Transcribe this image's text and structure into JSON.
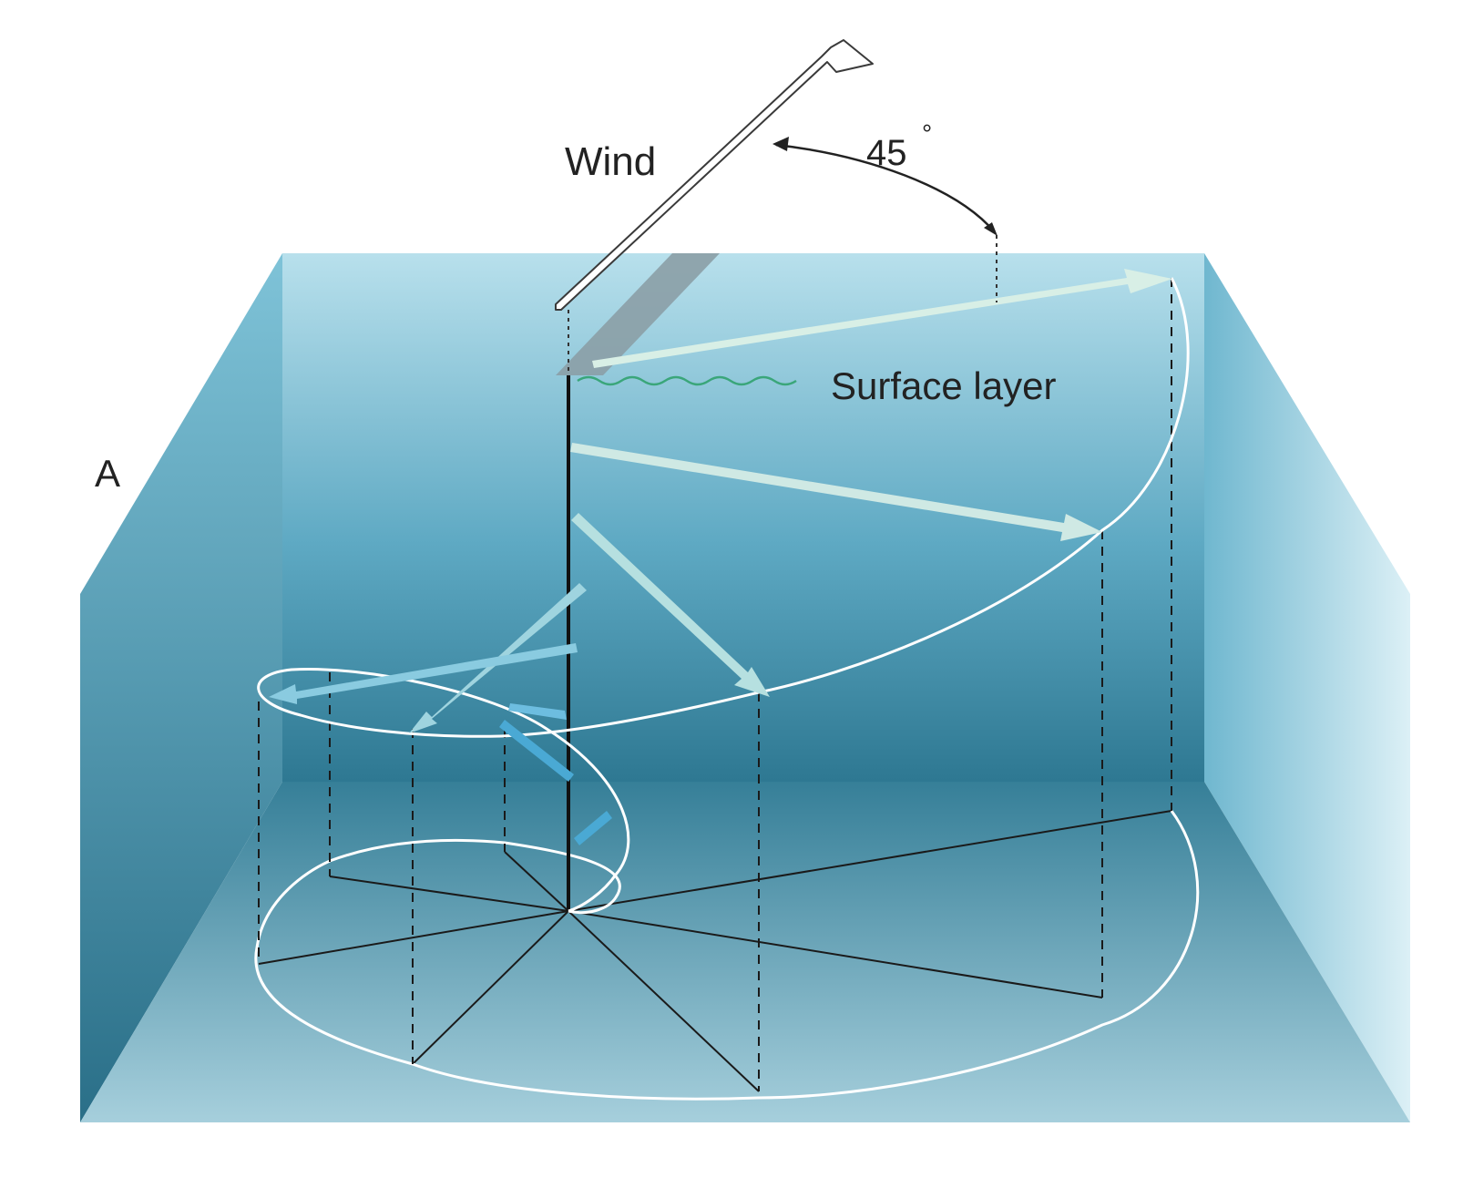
{
  "labels": {
    "panel": "A",
    "wind": "Wind",
    "angle": "45",
    "degree": "°",
    "surface_layer": "Surface layer"
  },
  "colors": {
    "water_light": "#b2dcea",
    "water_dark": "#2f7c96",
    "floor": "#4f95ad",
    "spiral_line": "#ffffff",
    "wave": "#3aa67a",
    "arrow_pale": "#d8efe6",
    "arrow_blue": "#4aa9d4",
    "shadow": "#8b9ea6"
  }
}
